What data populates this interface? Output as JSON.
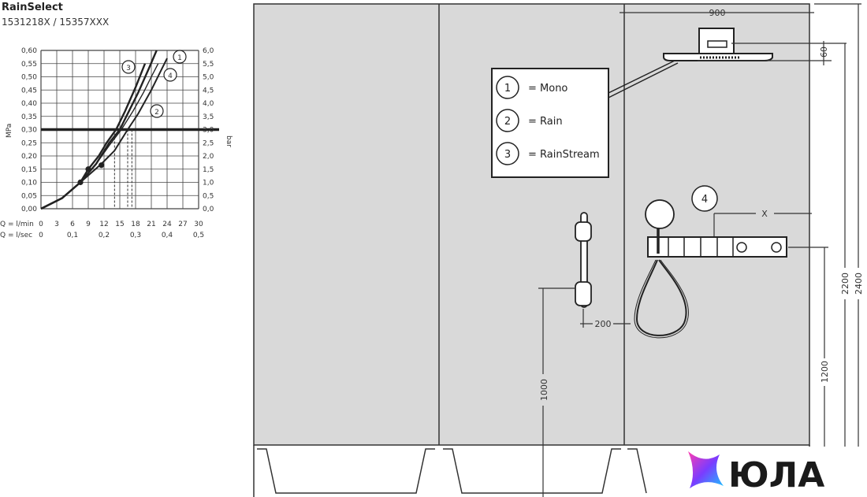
{
  "header": {
    "title": "RainSelect",
    "subtitle": "1531218X / 15357XXX"
  },
  "chart_data": {
    "type": "line",
    "xlabel_lmin": "Q = l/min",
    "xlabel_lsec": "Q = l/sec",
    "ylabel_left": "MPa",
    "ylabel_right": "bar",
    "x_ticks_lmin": [
      "0",
      "3",
      "6",
      "9",
      "12",
      "15",
      "18",
      "21",
      "24",
      "27",
      "30"
    ],
    "x_ticks_lsec": [
      "0",
      "0,1",
      "0,2",
      "0,3",
      "0,4",
      "0,5"
    ],
    "y_ticks_mpa": [
      "0,00",
      "0,05",
      "0,10",
      "0,15",
      "0,20",
      "0,25",
      "0,30",
      "0,35",
      "0,40",
      "0,45",
      "0,50",
      "0,55",
      "0,60"
    ],
    "y_ticks_bar": [
      "0,0",
      "0,5",
      "1,0",
      "1,5",
      "2,0",
      "2,5",
      "3,0",
      "3,5",
      "4,0",
      "4,5",
      "5,0",
      "5,5",
      "6,0"
    ],
    "xlim": [
      0,
      30
    ],
    "ylim": [
      0,
      0.6
    ],
    "grid": true,
    "reference_line_mpa": 0.3,
    "series": [
      {
        "name": "1",
        "x": [
          0,
          4,
          7.5,
          10.5,
          13,
          15,
          17,
          18.5,
          20.5,
          22
        ],
        "y": [
          0,
          0.04,
          0.1,
          0.17,
          0.25,
          0.3,
          0.38,
          0.44,
          0.53,
          0.6
        ]
      },
      {
        "name": "2",
        "x": [
          0,
          4,
          7.5,
          11.5,
          14,
          16.5,
          18.5,
          21,
          23,
          24
        ],
        "y": [
          0,
          0.04,
          0.1,
          0.17,
          0.22,
          0.3,
          0.36,
          0.45,
          0.53,
          0.57
        ]
      },
      {
        "name": "3",
        "x": [
          0,
          4,
          7.5,
          9,
          11,
          12.5,
          14.3,
          16,
          18,
          19.8
        ],
        "y": [
          0,
          0.04,
          0.1,
          0.15,
          0.2,
          0.25,
          0.3,
          0.37,
          0.46,
          0.55
        ]
      },
      {
        "name": "4",
        "x": [
          0,
          4,
          7.5,
          10.5,
          13,
          15.3,
          17.5,
          19.5,
          21,
          22.3
        ],
        "y": [
          0,
          0.04,
          0.1,
          0.17,
          0.24,
          0.3,
          0.37,
          0.44,
          0.5,
          0.55
        ]
      }
    ],
    "markers": [
      {
        "x": 7.5,
        "y": 0.1
      },
      {
        "x": 9,
        "y": 0.15
      },
      {
        "x": 11.5,
        "y": 0.165
      }
    ],
    "dashed_x": [
      14,
      16.5,
      17.3
    ]
  },
  "legend": {
    "items": [
      {
        "num": "1",
        "label": "= Mono"
      },
      {
        "num": "2",
        "label": "= Rain"
      },
      {
        "num": "3",
        "label": "= RainStream"
      }
    ]
  },
  "diagram": {
    "dim_width": "900",
    "dim_offset": "60",
    "dim_x": "X",
    "dim_200": "200",
    "dim_1000": "1000",
    "dim_1200": "1200",
    "dim_2200": "2200",
    "dim_2400": "2400",
    "callout_4": "4"
  },
  "logo": {
    "text": "ЮЛА",
    "colors": [
      "#ff3db0",
      "#7a3cff",
      "#18c6ff"
    ]
  }
}
